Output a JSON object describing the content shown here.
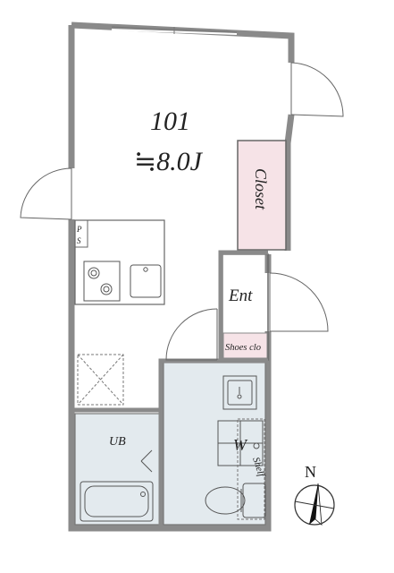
{
  "room": {
    "number": "101",
    "area": "≒8.0J"
  },
  "labels": {
    "closet": "Closet",
    "entrance": "Ent",
    "shoes_closet": "Shoes clo",
    "unit_bath": "UB",
    "washer": "W",
    "shelf": "Shelf",
    "ps_p": "P",
    "ps_s": "S",
    "compass": "N"
  },
  "colors": {
    "wall": "#8a8a8a",
    "closet_fill": "#f6e3e7",
    "wet_area_fill": "#e3eaee",
    "line": "#555555"
  }
}
